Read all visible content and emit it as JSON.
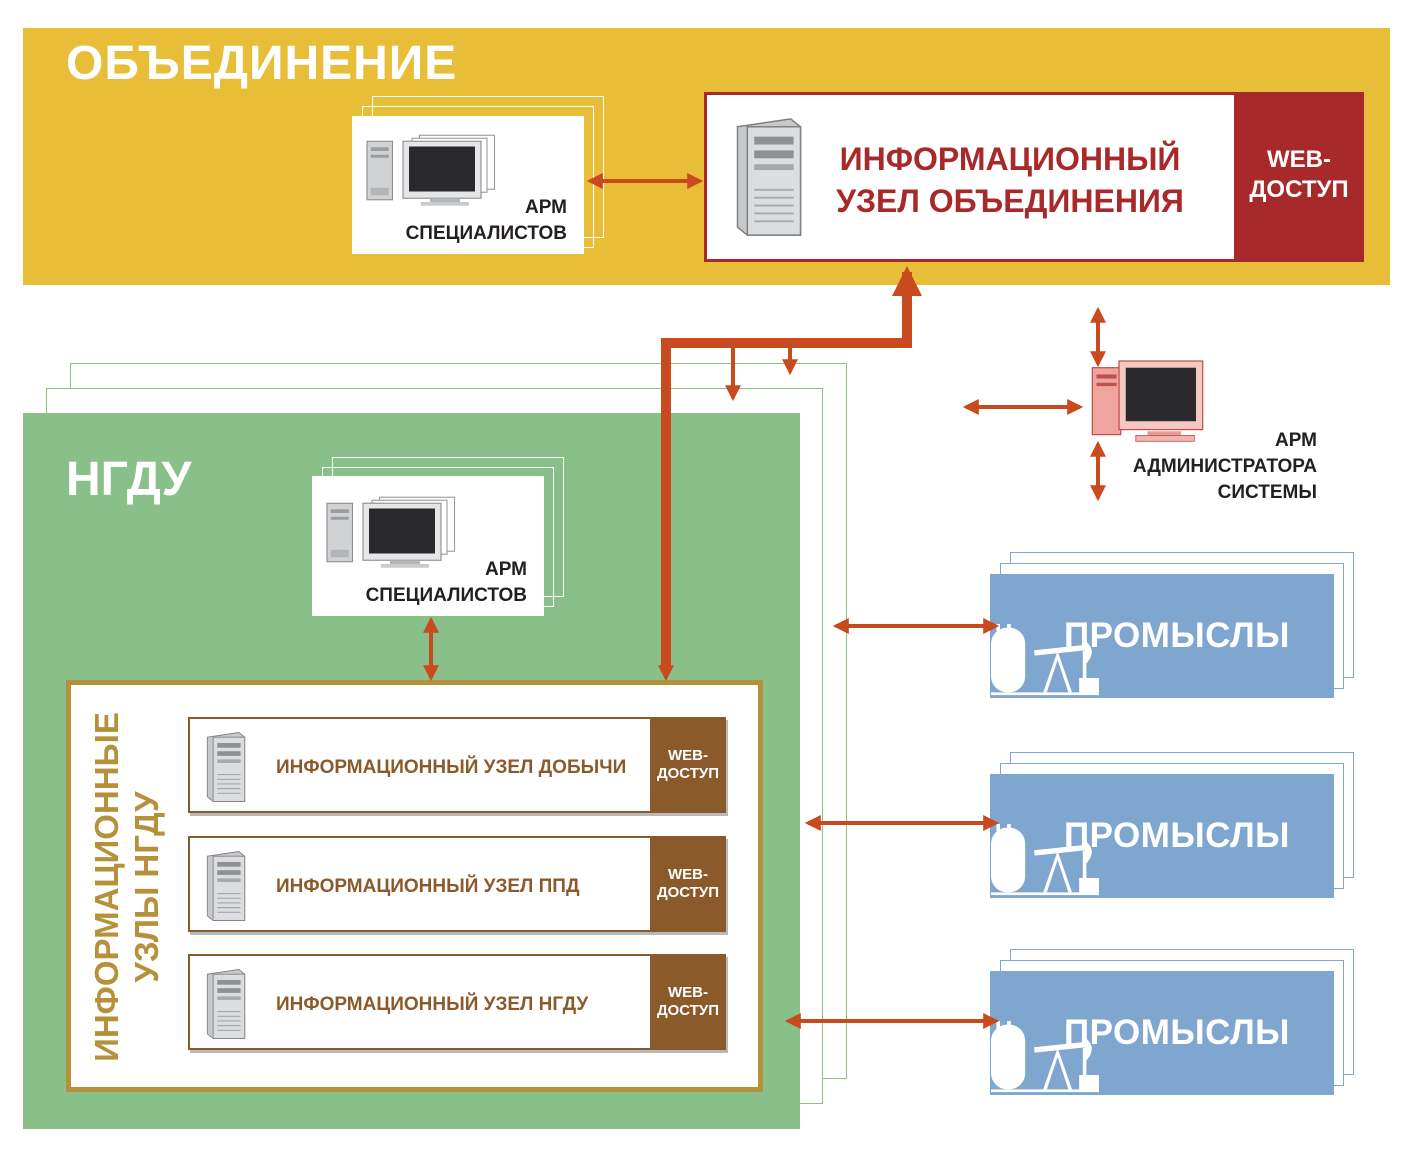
{
  "colors": {
    "association_band": "#e8bd38",
    "node_red": "#a8292a",
    "ngdu_green": "#89bf88",
    "nodes_frame_gold": "#b5913a",
    "node_brown": "#8b5a2b",
    "field_blue": "#7fa6cf",
    "arrow_orange": "#c94a1e"
  },
  "association": {
    "title": "ОБЪЕДИНЕНИЕ",
    "workstations": {
      "line1": "АРМ",
      "line2": "СПЕЦИАЛИСТОВ",
      "icon": "computer-workstation-icon"
    },
    "info_node": {
      "line1": "ИНФОРМАЦИОННЫЙ",
      "line2": "УЗЕЛ ОБЪЕДИНЕНИЯ",
      "icon": "server-tower-icon"
    },
    "web": {
      "line1": "WEB-",
      "line2": "ДОСТУП"
    }
  },
  "admin": {
    "line1": "АРМ",
    "line2": "АДМИНИСТРАТОРА",
    "line3": "СИСТЕМЫ",
    "icon": "admin-computer-icon"
  },
  "ngdu": {
    "title": "НГДУ",
    "workstations": {
      "line1": "АРМ",
      "line2": "СПЕЦИАЛИСТОВ",
      "icon": "computer-workstation-icon"
    },
    "nodes_group": {
      "line1": "ИНФОРМАЦИОННЫЕ",
      "line2": "УЗЛЫ НГДУ"
    },
    "nodes": [
      {
        "title": "ИНФОРМАЦИОННЫЙ УЗЕЛ ДОБЫЧИ",
        "web1": "WEB-",
        "web2": "ДОСТУП",
        "icon": "server-tower-icon"
      },
      {
        "title": "ИНФОРМАЦИОННЫЙ УЗЕЛ ППД",
        "web1": "WEB-",
        "web2": "ДОСТУП",
        "icon": "server-tower-icon"
      },
      {
        "title": "ИНФОРМАЦИОННЫЙ УЗЕЛ НГДУ",
        "web1": "WEB-",
        "web2": "ДОСТУП",
        "icon": "server-tower-icon"
      }
    ]
  },
  "fields": [
    {
      "title": "ПРОМЫСЛЫ",
      "icon": "oil-pumpjack-icon"
    },
    {
      "title": "ПРОМЫСЛЫ",
      "icon": "oil-pumpjack-icon"
    },
    {
      "title": "ПРОМЫСЛЫ",
      "icon": "oil-pumpjack-icon"
    }
  ]
}
